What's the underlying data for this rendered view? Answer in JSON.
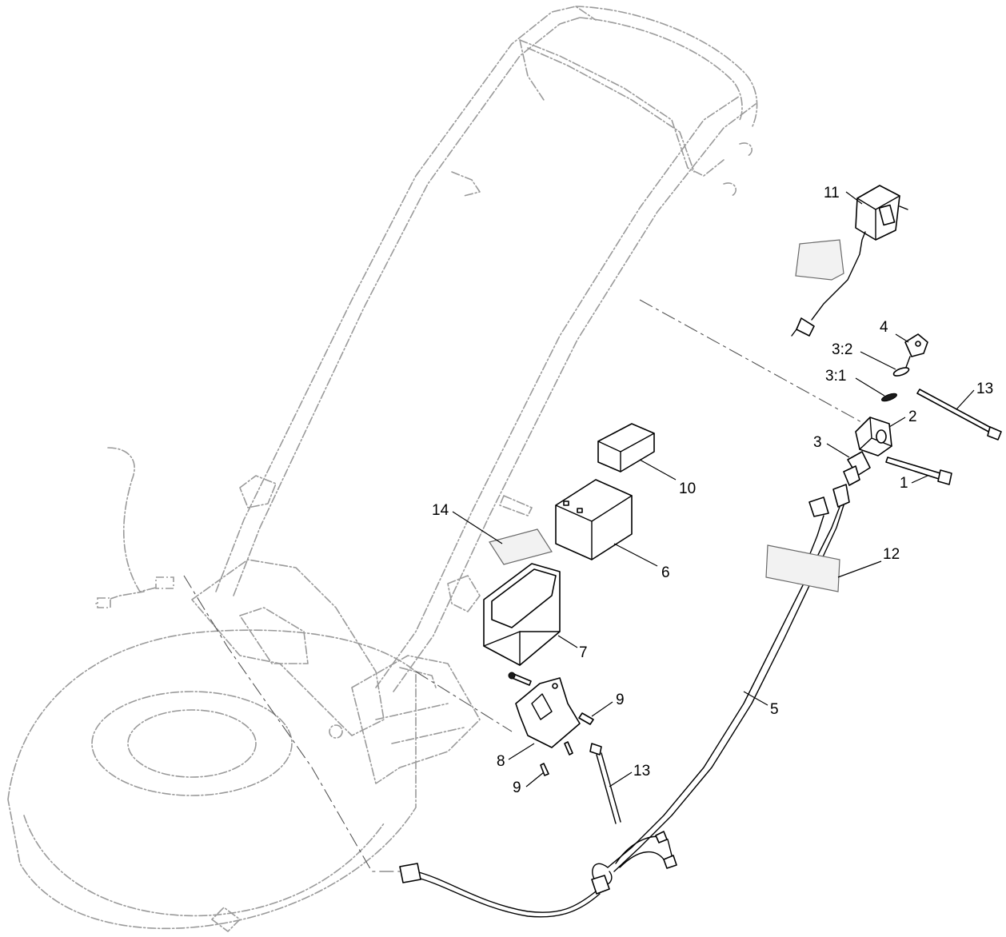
{
  "callouts": {
    "c1": "1",
    "c2": "2",
    "c3": "3",
    "c3_1": "3:1",
    "c3_2": "3:2",
    "c4": "4",
    "c5": "5",
    "c6": "6",
    "c7": "7",
    "c8": "8",
    "c9a": "9",
    "c9b": "9",
    "c10": "10",
    "c11": "11",
    "c12": "12",
    "c13a": "13",
    "c13b": "13",
    "c14": "14"
  },
  "colors": {
    "part_line": "#000000",
    "ghost_line": "#9a9a9a",
    "background": "#ffffff"
  }
}
